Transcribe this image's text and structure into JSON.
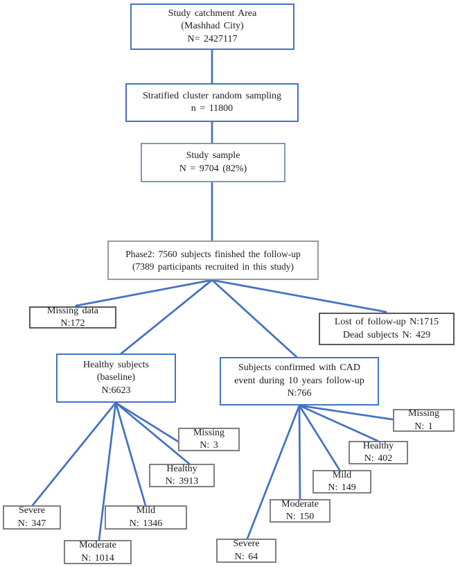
{
  "colors": {
    "connector": "#4472C4",
    "border_blue": "#4472C4",
    "border_steel": "#8496B0",
    "border_gray": "#9a9a9a",
    "border_dark": "#595959",
    "border_leaf": "#7f7f7f"
  },
  "catchment": {
    "line1": "Study catchment Area",
    "line2": "(Mashhad City)",
    "line3": "N= 2427117"
  },
  "sampling": {
    "line1": "Stratified cluster random sampling",
    "line2": "n = 11800"
  },
  "sample": {
    "line1": "Study sample",
    "line2": "N = 9704 (82%)"
  },
  "phase2": {
    "line1": "Phase2: 7560 subjects finished the follow-up",
    "line2": "(7389 participants recruited in this study)"
  },
  "missing_data": {
    "line1": "Missing data",
    "line2": "N:172"
  },
  "lost_followup": {
    "line1": "Lost of follow-up N:1715",
    "line2": "Dead subjects N: 429"
  },
  "healthy_baseline": {
    "line1": "Healthy subjects",
    "line2": "(baseline)",
    "line3": "N:6623"
  },
  "cad": {
    "line1": "Subjects confirmed with CAD",
    "line2": "event during 10 years follow-up",
    "line3": "N:766"
  },
  "baseline_children": {
    "missing": {
      "line1": "Missing",
      "line2": "N: 3"
    },
    "healthy": {
      "line1": "Healthy",
      "line2": "N: 3913"
    },
    "mild": {
      "line1": "Mild",
      "line2": "N: 1346"
    },
    "moderate": {
      "line1": "Moderate",
      "line2": "N: 1014"
    },
    "severe": {
      "line1": "Severe",
      "line2": "N: 347"
    }
  },
  "cad_children": {
    "missing": {
      "line1": "Missing",
      "line2": "N: 1"
    },
    "healthy": {
      "line1": "Healthy",
      "line2": "N: 402"
    },
    "mild": {
      "line1": "Mild",
      "line2": "N: 149"
    },
    "moderate": {
      "line1": "Moderate",
      "line2": "N: 150"
    },
    "severe": {
      "line1": "Severe",
      "line2": "N: 64"
    }
  }
}
